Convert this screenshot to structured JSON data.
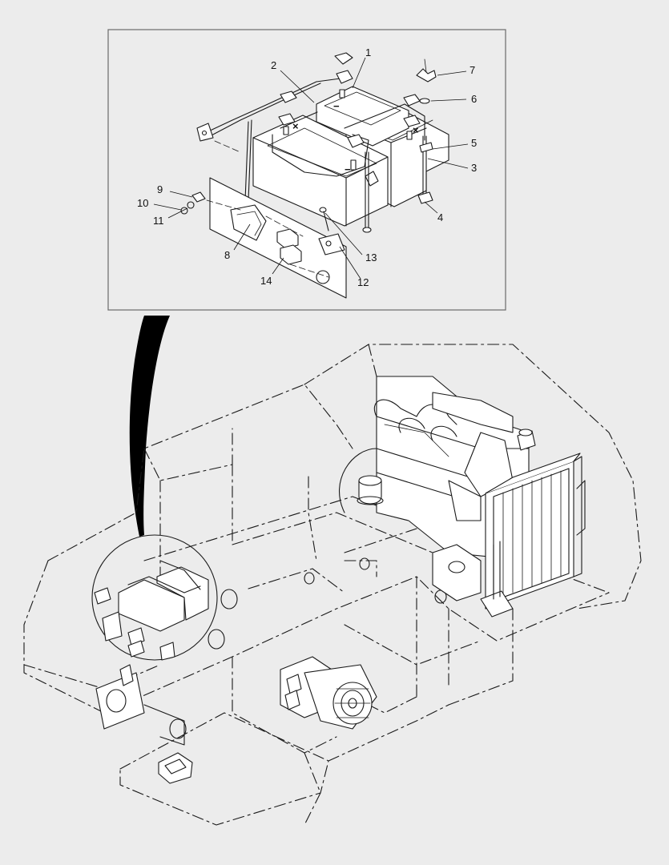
{
  "detail_callouts": [
    {
      "id": "1",
      "text": "1"
    },
    {
      "id": "2",
      "text": "2"
    },
    {
      "id": "3",
      "text": "3"
    },
    {
      "id": "4",
      "text": "4"
    },
    {
      "id": "5",
      "text": "5"
    },
    {
      "id": "6",
      "text": "6"
    },
    {
      "id": "7",
      "text": "7"
    },
    {
      "id": "8",
      "text": "8"
    },
    {
      "id": "9",
      "text": "9"
    },
    {
      "id": "10",
      "text": "10"
    },
    {
      "id": "11",
      "text": "11"
    },
    {
      "id": "12",
      "text": "12"
    },
    {
      "id": "13",
      "text": "13"
    },
    {
      "id": "14",
      "text": "14"
    }
  ],
  "terminal_marks": {
    "negative": "−",
    "positive": "×"
  },
  "colors": {
    "background": "#ececec",
    "line": "#1a1a1a",
    "panel": "#ffffff",
    "frame": "#6a6a6a"
  }
}
